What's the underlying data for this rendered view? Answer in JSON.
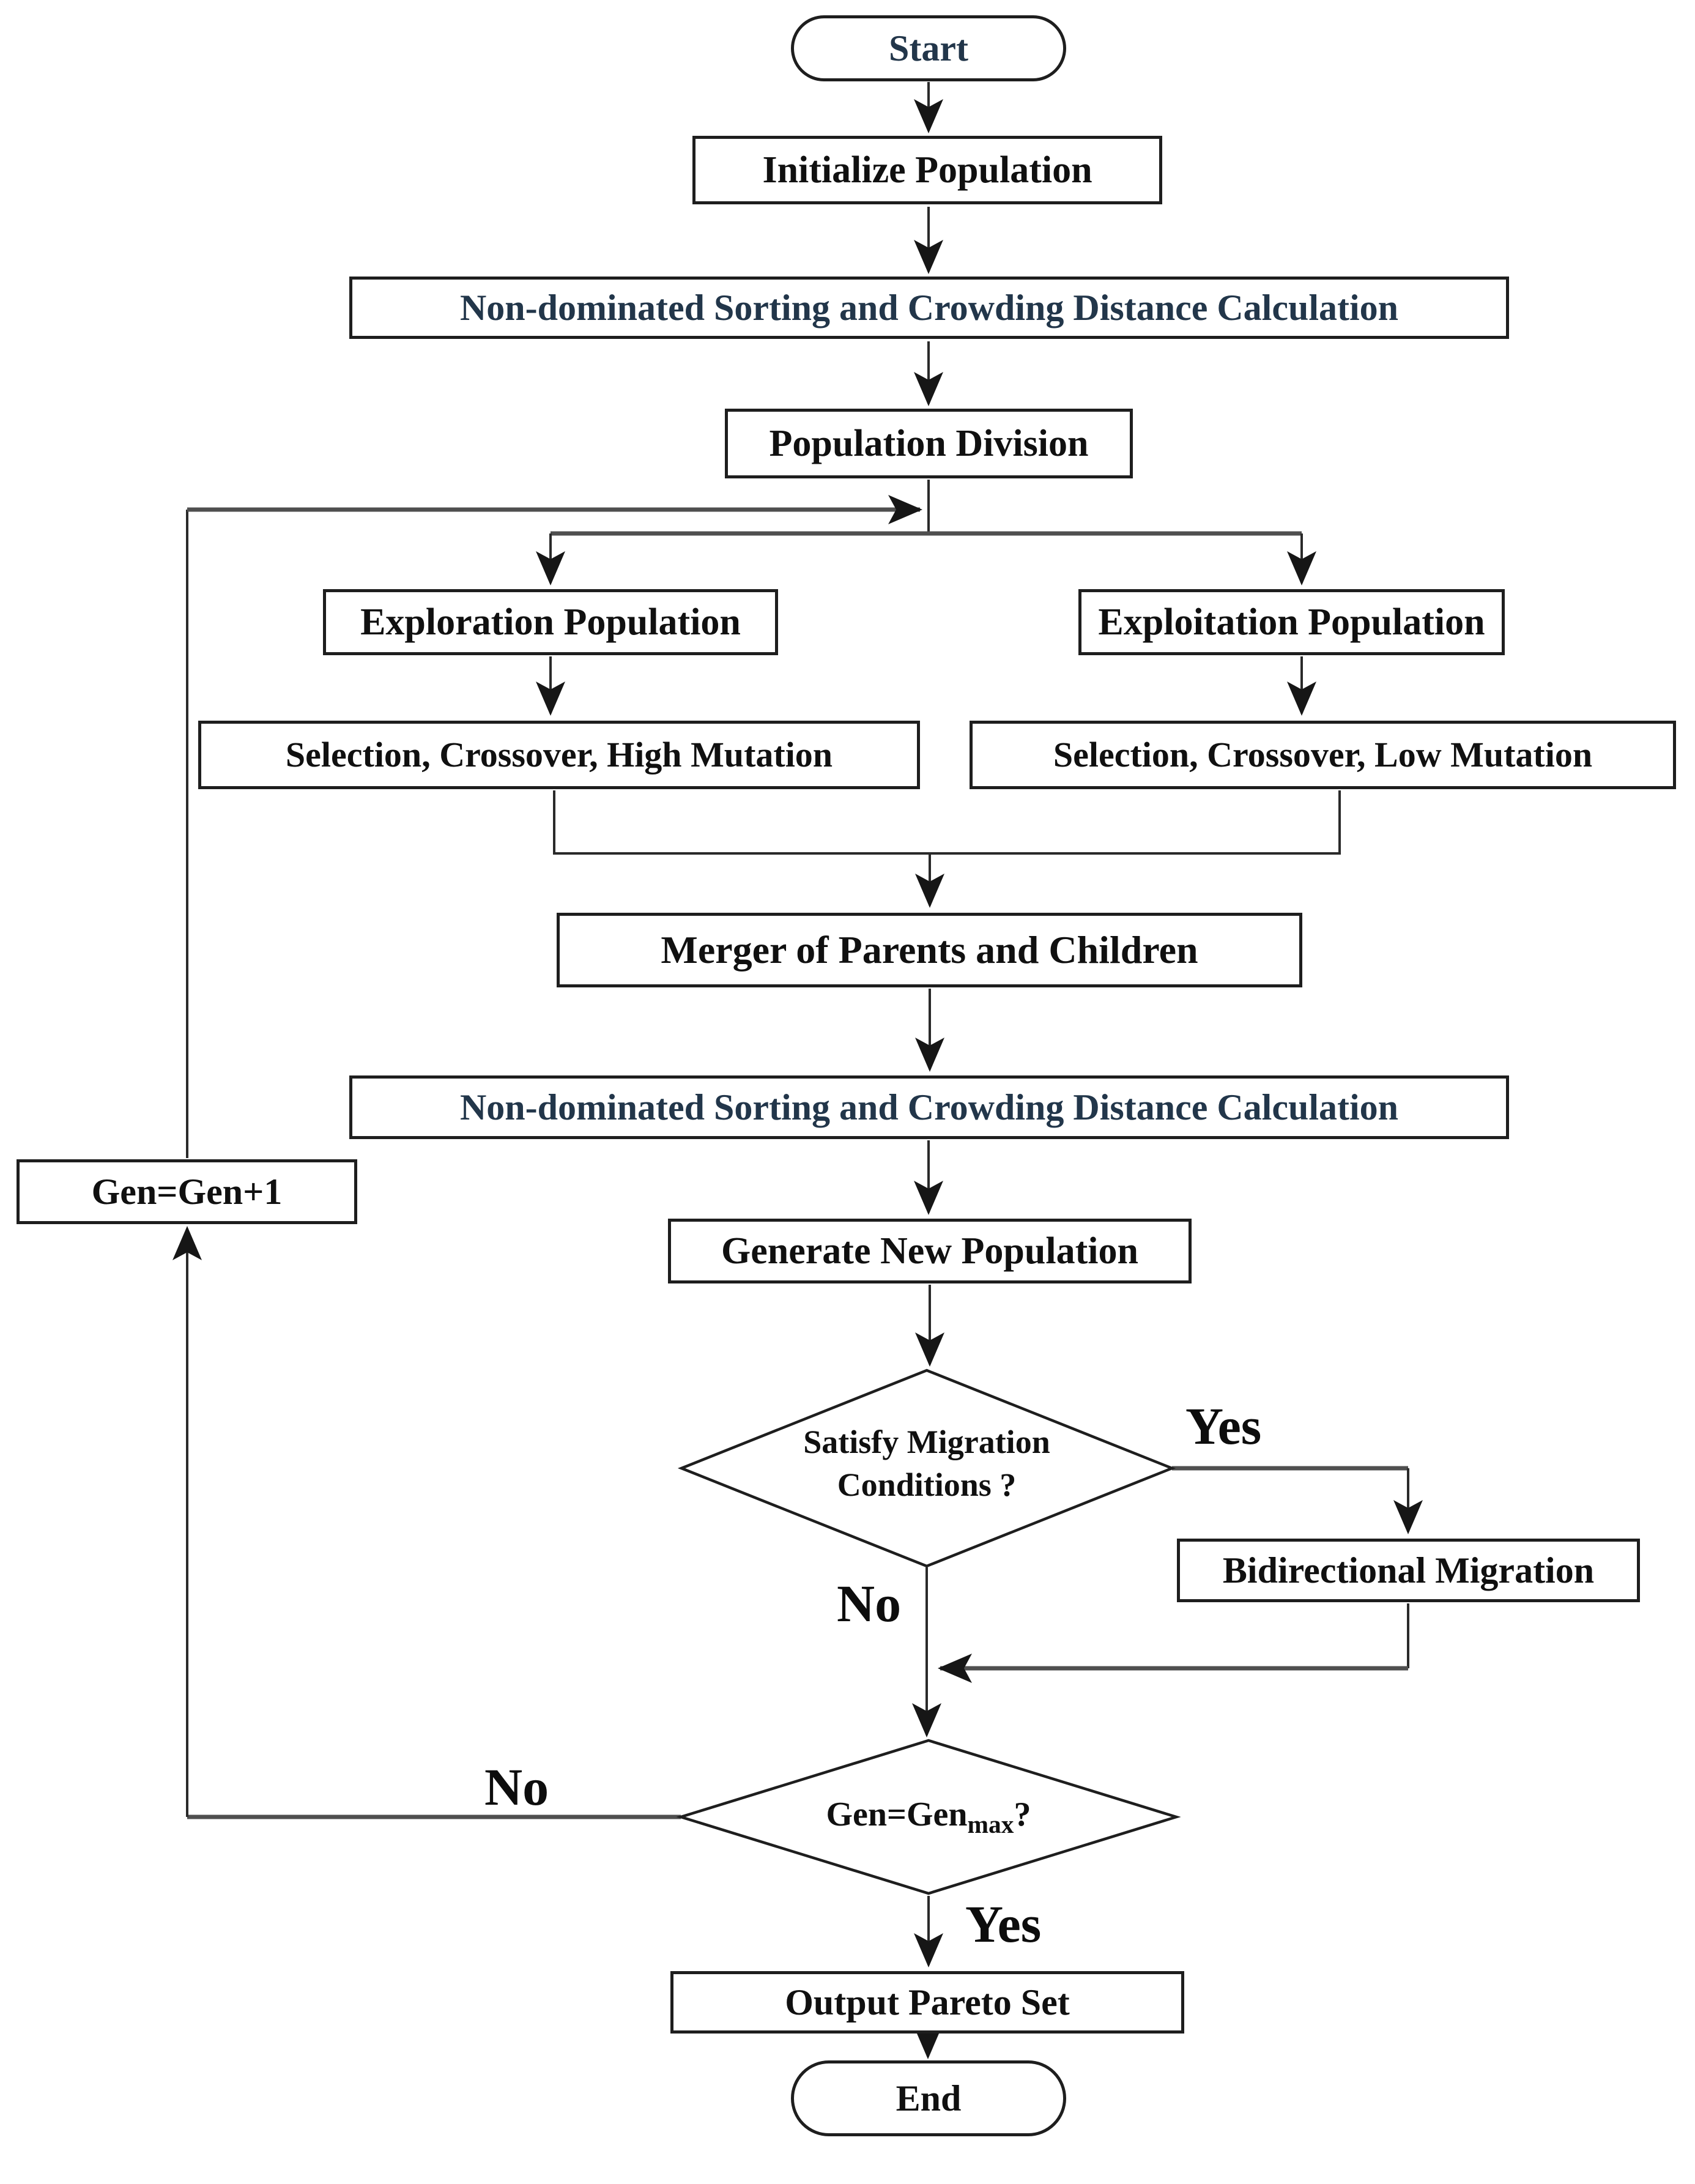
{
  "diagram_title": "NSGA-style dual-population evolutionary algorithm flowchart",
  "colors": {
    "background": "#ffffff",
    "node_border": "#1e1e1e",
    "connector": "#2a2a2a",
    "connector_thick": "#4f4f4f",
    "accent_text": "#22364a",
    "node_text": "#101010",
    "label_text": "#0d0d0d"
  },
  "nodes": {
    "start": "Start",
    "initialize": "Initialize Population",
    "nds1": "Non-dominated Sorting and Crowding Distance Calculation",
    "population_division": "Population Division",
    "exploration": "Exploration Population",
    "exploitation": "Exploitation Population",
    "selection_high": "Selection,  Crossover,  High Mutation",
    "selection_low": "Selection,  Crossover,  Low Mutation",
    "merger": "Merger of Parents and Children",
    "nds2": "Non-dominated Sorting and Crowding Distance Calculation",
    "gen_increment": "Gen=Gen+1",
    "generate_new": "Generate New Population",
    "decision_migration": {
      "line1": "Satisfy Migration",
      "line2": "Conditions ?"
    },
    "bidirectional": "Bidirectional Migration",
    "decision_gen": {
      "pre": "Gen=Gen",
      "sub": "max",
      "post": "?"
    },
    "output": "Output Pareto Set",
    "end_node": "End"
  },
  "edge_labels": {
    "yes_migration": "Yes",
    "no_migration": "No",
    "no_genmax": "No",
    "yes_genmax": "Yes"
  },
  "edges": [
    {
      "from": "Start",
      "to": "Initialize Population"
    },
    {
      "from": "Initialize Population",
      "to": "Non-dominated Sorting and Crowding Distance Calculation"
    },
    {
      "from": "Non-dominated Sorting and Crowding Distance Calculation",
      "to": "Population Division"
    },
    {
      "from": "Population Division",
      "to": "Exploration Population"
    },
    {
      "from": "Population Division",
      "to": "Exploitation Population"
    },
    {
      "from": "Exploration Population",
      "to": "Selection,  Crossover,  High Mutation"
    },
    {
      "from": "Exploitation Population",
      "to": "Selection,  Crossover,  Low Mutation"
    },
    {
      "from": "Selection,  Crossover,  High Mutation",
      "to": "Merger of Parents and Children"
    },
    {
      "from": "Selection,  Crossover,  Low Mutation",
      "to": "Merger of Parents and Children"
    },
    {
      "from": "Merger of Parents and Children",
      "to": "Non-dominated Sorting and Crowding Distance Calculation (2)"
    },
    {
      "from": "Non-dominated Sorting and Crowding Distance Calculation (2)",
      "to": "Generate New Population"
    },
    {
      "from": "Generate New Population",
      "to": "Satisfy Migration Conditions ?"
    },
    {
      "from": "Satisfy Migration Conditions ?",
      "to": "Bidirectional Migration",
      "label": "Yes"
    },
    {
      "from": "Satisfy Migration Conditions ?",
      "to": "Gen=Genmax?",
      "label": "No"
    },
    {
      "from": "Bidirectional Migration",
      "to": "Gen=Genmax?"
    },
    {
      "from": "Gen=Genmax?",
      "to": "Gen=Gen+1",
      "label": "No"
    },
    {
      "from": "Gen=Gen+1",
      "to": "Population Division"
    },
    {
      "from": "Gen=Genmax?",
      "to": "Output Pareto Set",
      "label": "Yes"
    },
    {
      "from": "Output Pareto Set",
      "to": "End"
    }
  ]
}
